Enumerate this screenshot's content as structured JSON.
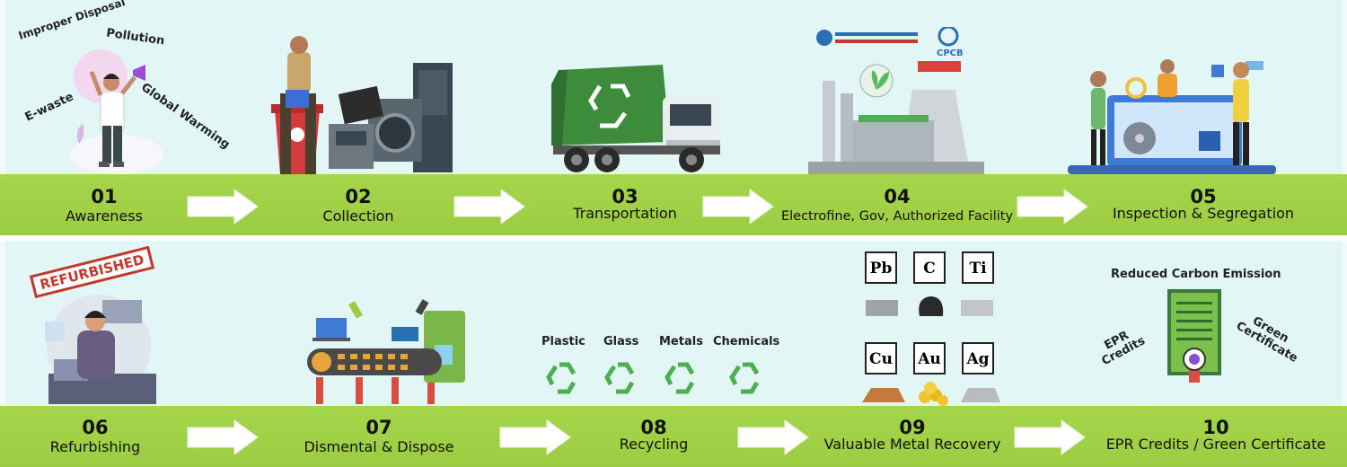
{
  "steps": [
    {
      "num": "01",
      "label": "Awareness"
    },
    {
      "num": "02",
      "label": "Collection"
    },
    {
      "num": "03",
      "label": "Transportation"
    },
    {
      "num": "04",
      "label": "Electrofine, Gov, Authorized Facility"
    },
    {
      "num": "05",
      "label": "Inspection & Segregation"
    },
    {
      "num": "06",
      "label": "Refurbishing"
    },
    {
      "num": "07",
      "label": "Dismental & Dispose"
    },
    {
      "num": "08",
      "label": "Recycling"
    },
    {
      "num": "09",
      "label": "Valuable Metal Recovery"
    },
    {
      "num": "10",
      "label": "EPR Credits / Green Certificate"
    }
  ],
  "awareness_words": [
    "Improper Disposal",
    "Pollution",
    "E-waste",
    "Global Warming"
  ],
  "refurbished_stamp": "REFURBISHED",
  "facility_logos": [
    "CPCB"
  ],
  "recycling_types": [
    "Plastic",
    "Glass",
    "Metals",
    "Chemicals"
  ],
  "metals": [
    "Pb",
    "C",
    "Ti",
    "Cu",
    "Au",
    "Ag"
  ],
  "certificate": {
    "top": "Reduced Carbon Emission",
    "left": "EPR Credits",
    "right": "Green Certificate"
  },
  "colors": {
    "band": "#a5d64a",
    "panel": "#e3f6f6",
    "truck": "#3c8c3c",
    "recycle": "#4caf50"
  }
}
